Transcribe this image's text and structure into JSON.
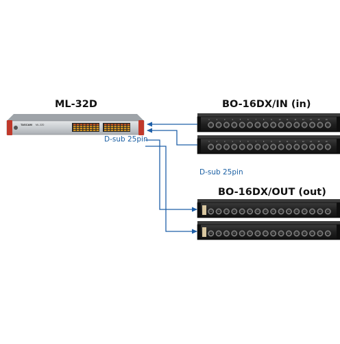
{
  "titles": {
    "main_unit": "ML-32D",
    "in_breakout": "BO-16DX/IN (in)",
    "out_breakout": "BO-16DX/OUT (out)"
  },
  "labels": {
    "dsub_left": "D-sub 25pin",
    "dsub_right": "D-sub 25pin"
  },
  "unit_text": {
    "brand": "TASCAM",
    "model": "ML-32D"
  },
  "colors": {
    "arrow": "#1e5fa8",
    "label": "#1a5fa3",
    "rack_dark": "#1c1c1c",
    "rack_silver": "#c8ccd0",
    "handle_red": "#c0392b",
    "meter_amber": "#e8a020"
  }
}
